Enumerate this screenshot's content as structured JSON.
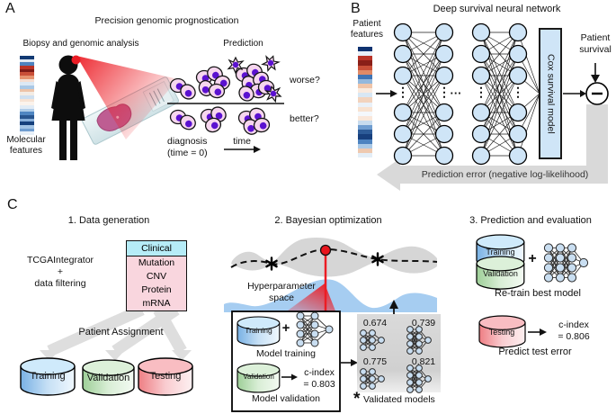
{
  "panel_a": {
    "label": "A",
    "title": "Precision genomic prognostication",
    "biopsy_title": "Biopsy and genomic analysis",
    "prediction_title": "Prediction",
    "molecular_line1": "Molecular",
    "molecular_line2": "features",
    "worse": "worse?",
    "better": "better?",
    "diagnosis_line1": "diagnosis",
    "diagnosis_line2": "(time = 0)",
    "time": "time",
    "heatmap": [
      "#123a73",
      "#dfe9f4",
      "#4d83c0",
      "#b93327",
      "#7e1b17",
      "#c94f38",
      "#e5936f",
      "#f5ddd0",
      "#dce8f4",
      "#a9c8e6",
      "#edc3a8",
      "#f3ece5",
      "#cfe0f0",
      "#f7e3d4",
      "#fbf3ec",
      "#e2ecf6",
      "#b0cde9",
      "#4f86c2",
      "#28558f",
      "#86aed9",
      "#16407c",
      "#a2c3e4",
      "#6f9dd0",
      "#e8f0f8"
    ]
  },
  "panel_b": {
    "label": "B",
    "title": "Deep survival neural network",
    "patient_features_line1": "Patient",
    "patient_features_line2": "features",
    "cox_label": "Cox survival model",
    "patient_survival_line1": "Patient",
    "patient_survival_line2": "survival",
    "minus": "−",
    "vdots": "⋮",
    "hdots": "···",
    "prediction_error": "Prediction error (negative log-likelihood)",
    "heatmap": [
      "#0f3270",
      "#e8eff8",
      "#b93327",
      "#8a1f18",
      "#c94f38",
      "#e08a66",
      "#3f74b4",
      "#93b8dd",
      "#f0c5a9",
      "#faeade",
      "#d8e7f4",
      "#f2d3bd",
      "#eaf1f8",
      "#f8e2d0",
      "#f4f8fc",
      "#f9e7da",
      "#c8dcee",
      "#6f9dd0",
      "#2d5b98",
      "#173f7d",
      "#4d83c0",
      "#a9c8e6",
      "#eec9b0",
      "#e4eef7"
    ]
  },
  "panel_c": {
    "label": "C",
    "step1": {
      "title": "1. Data generation",
      "tool_line1": "TCGAIntegrator",
      "tool_line2": "+",
      "tool_line3": "data filtering",
      "table_header": "Clinical",
      "table_rows": [
        "Mutation",
        "CNV",
        "Protein",
        "mRNA"
      ],
      "assignment": "Patient Assignment",
      "cyl_training": "Training",
      "cyl_validation": "Validation",
      "cyl_testing": "Testing"
    },
    "step2": {
      "title": "2. Bayesian optimization",
      "hyper_line1": "Hyperparameter",
      "hyper_line2": "space",
      "training": "Training",
      "validation": "Validation",
      "plus": "+",
      "model_training": "Model training",
      "model_validation": "Model validation",
      "cindex_line1": "c-index",
      "cindex_line2": "= 0.803",
      "scores": [
        "0.674",
        "0.739",
        "0.775",
        "0.821"
      ],
      "star": "*",
      "validated": "Validated models"
    },
    "step3": {
      "title": "3. Prediction and evaluation",
      "training": "Training",
      "validation": "Validation",
      "testing": "Testing",
      "plus": "+",
      "retrain": "Re-train best model",
      "cindex_line1": "c-index",
      "cindex_line2": "= 0.806",
      "predict": "Predict test error"
    }
  },
  "colors": {
    "node_fill": "#cfe5f7",
    "red_accent": "#ea1c24",
    "gray_arrow": "#d9d9d9",
    "table_header_bg": "#b6ecf7",
    "table_body_bg": "#f9d6de",
    "cyl_blue": "#79b1e4",
    "cyl_green": "#9ecf98",
    "cyl_red": "#ee7e83",
    "gp_band": "#d6d6d6",
    "gp_blue": "#a6cdf1"
  }
}
